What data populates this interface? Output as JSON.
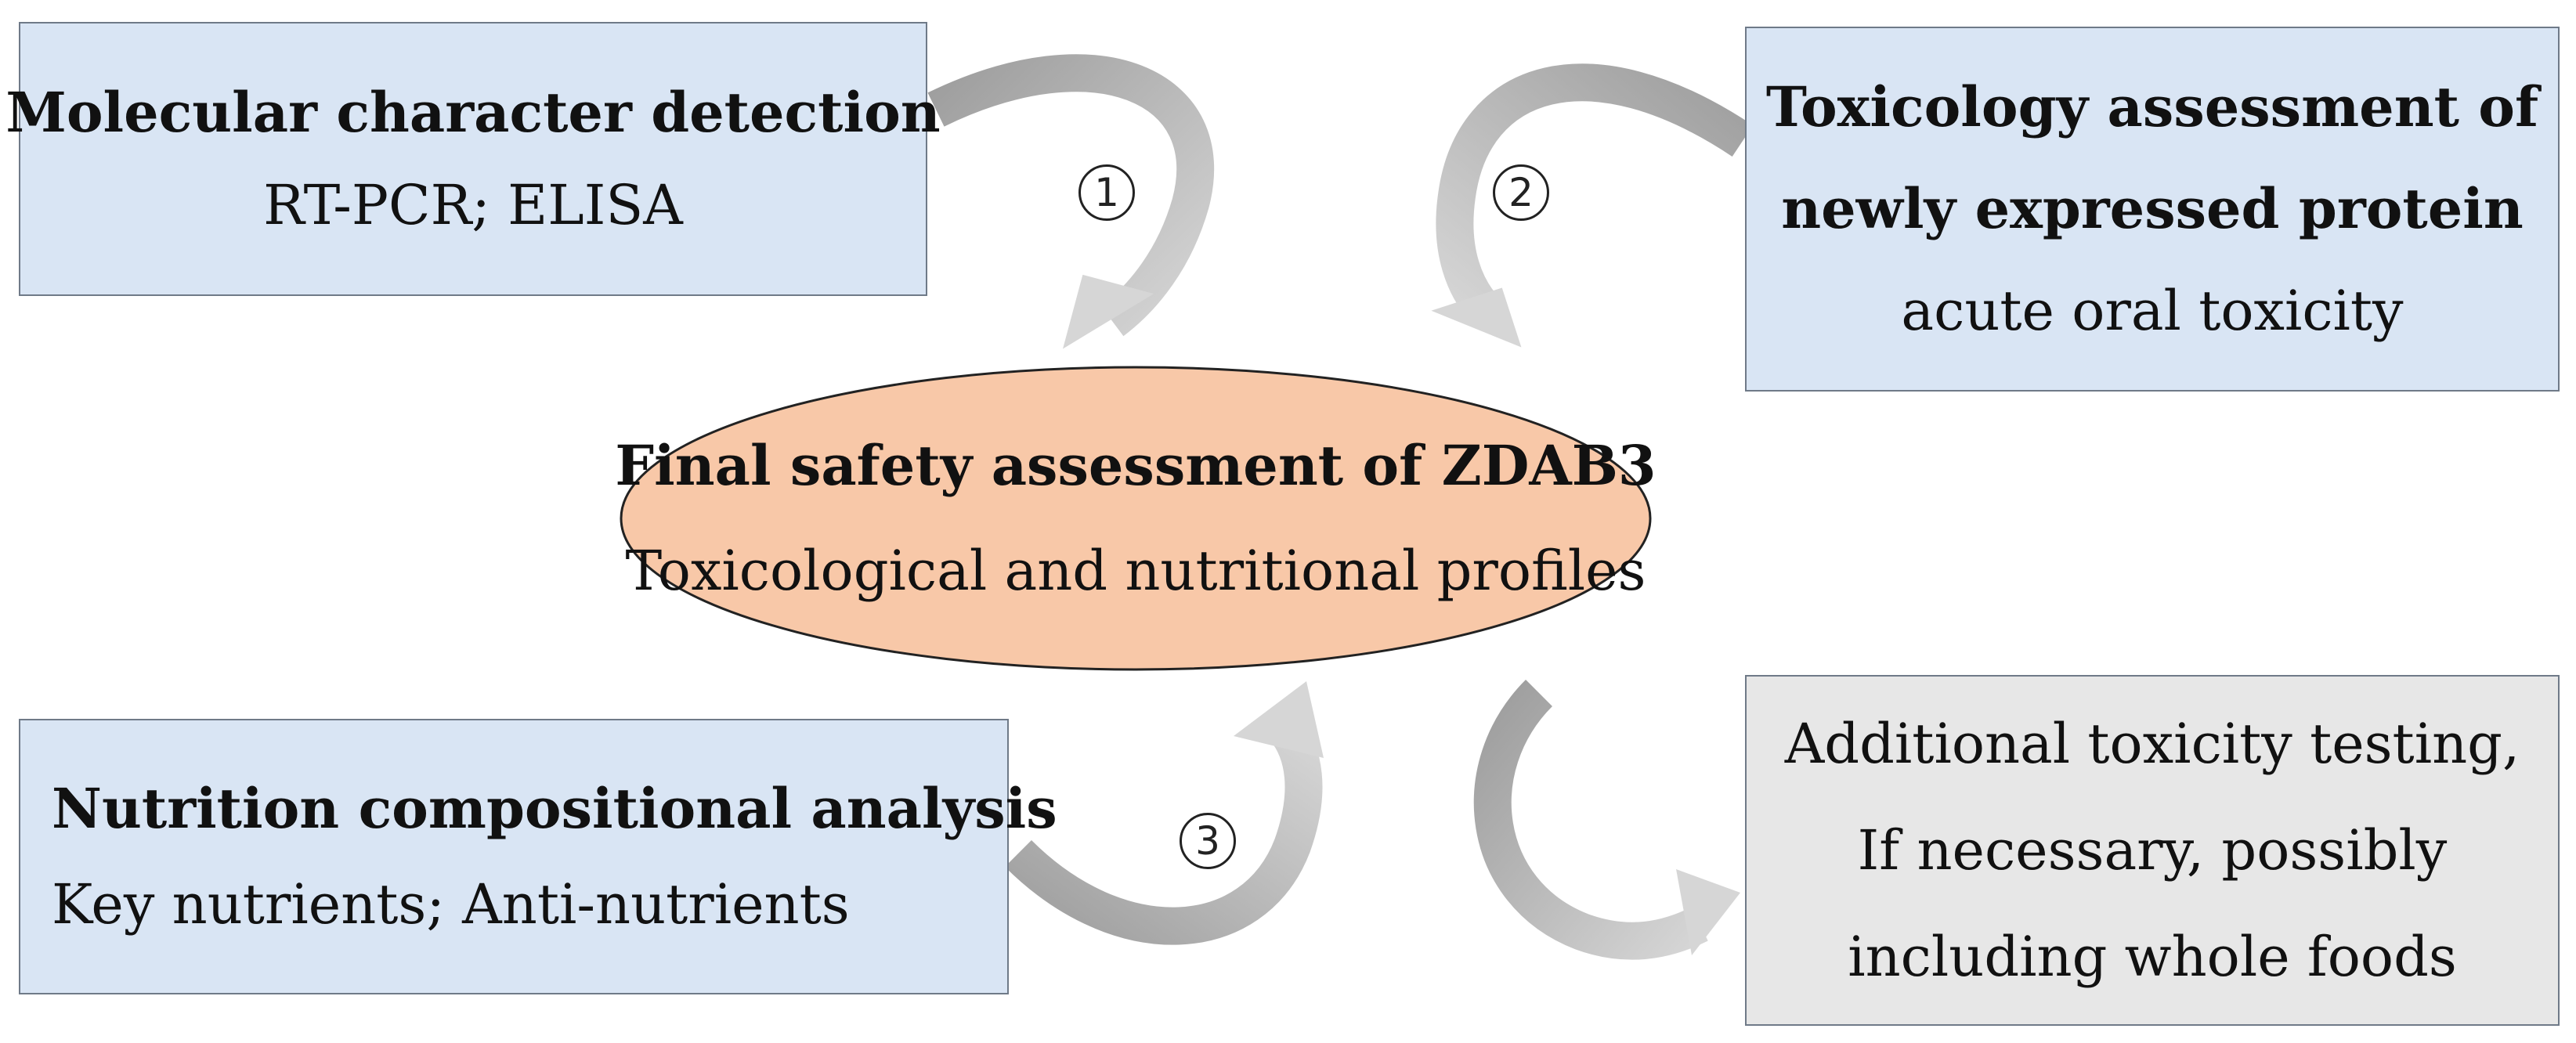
{
  "molecular_box": {
    "title": "Molecular character detection",
    "subtitle": "RT-PCR; ELISA"
  },
  "toxicology_box": {
    "title_line1": "Toxicology assessment of",
    "title_line2": "newly expressed protein",
    "subtitle": "acute oral toxicity"
  },
  "center": {
    "title": "Final safety assessment of ZDAB3",
    "subtitle": "Toxicological and nutritional profiles"
  },
  "nutrition_box": {
    "title": "Nutrition compositional analysis",
    "subtitle": "Key nutrients; Anti-nutrients"
  },
  "additional_box": {
    "line1": "Additional toxicity testing,",
    "line2": "If necessary, possibly",
    "line3": "including whole foods"
  },
  "steps": {
    "step1": "1",
    "step2": "2",
    "step3": "3"
  },
  "colors": {
    "box_blue": "#d9e5f4",
    "box_gray": "#e7e7e7",
    "ellipse_fill": "#f8c8a8",
    "arrow_dark": "#a6a6a6",
    "arrow_light": "#d4d4d4"
  }
}
